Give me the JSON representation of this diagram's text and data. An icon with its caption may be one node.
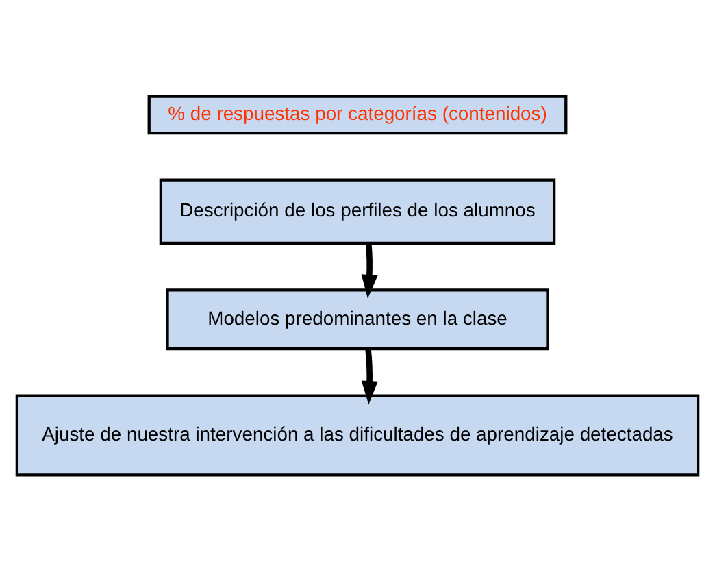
{
  "diagram": {
    "nodes": [
      {
        "text": [
          "% de respuestas por categorías (contenidos)"
        ]
      },
      {
        "text": [
          "Descripción de los perfiles de los alumnos"
        ]
      },
      {
        "text": [
          "Modelos predominantes en la clase"
        ]
      },
      {
        "text": [
          "Ajuste de nuestra intervención a las dificultades de aprendizaje detectadas"
        ]
      }
    ],
    "edges": [
      {
        "from": 1,
        "to": 2,
        "arrow": "to"
      },
      {
        "from": 2,
        "to": 3,
        "arrow": "to"
      }
    ]
  }
}
